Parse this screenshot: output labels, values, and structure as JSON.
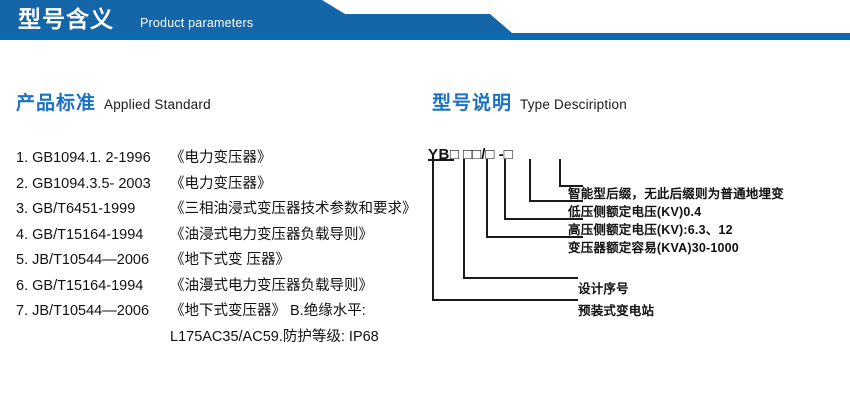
{
  "banner": {
    "title": "型号含义",
    "subtitle": "Product parameters",
    "bar_color": "#0b6cb3",
    "fill_color": "#1566a8"
  },
  "left_section": {
    "heading_cn": "产品标准",
    "heading_en": "Applied Standard",
    "accent_color": "#1b72c4",
    "standards": [
      {
        "index": "1.",
        "code": "GB1094.1. 2-1996",
        "name": "《电力变压器》"
      },
      {
        "index": "2.",
        "code": "GB1094.3.5- 2003",
        "name": "《电力变压器》"
      },
      {
        "index": "3.",
        "code": "GB/T6451-1999",
        "name": "《三相油浸式变压器技术参数和要求》"
      },
      {
        "index": "4.",
        "code": "GB/T15164-1994",
        "name": "《油浸式电力变压器负载导则》"
      },
      {
        "index": "5.",
        "code": "JB/T10544—2006",
        "name": "《地下式变 压器》"
      },
      {
        "index": "6.",
        "code": "GB/T15164-1994",
        "name": "《油漫式电力变压器负载导则》"
      },
      {
        "index": "7.",
        "code": "JB/T10544—2006",
        "name": "《地下式变压器》 B.绝缘水平:"
      }
    ],
    "continuation": "L175AC35/AC59.防护等级: IP68"
  },
  "right_section": {
    "heading_cn": "型号说明",
    "heading_en": "Type Desciription",
    "code_prefix": "YB",
    "code_pattern": "□ □□/□ -□",
    "labels": [
      {
        "id": "smart-suffix",
        "text": "智能型后缀，无此后缀则为普通地埋变"
      },
      {
        "id": "lv-rated-voltage",
        "text": "低压侧额定电压(KV)0.4"
      },
      {
        "id": "hv-rated-voltage",
        "text": "高压侧额定电压(KV):6.3、12"
      },
      {
        "id": "rated-capacity",
        "text": "变压器额定容易(KVA)30-1000"
      },
      {
        "id": "design-serial",
        "text": "设计序号"
      },
      {
        "id": "prefab-substation",
        "text": "预装式变电站"
      }
    ]
  }
}
